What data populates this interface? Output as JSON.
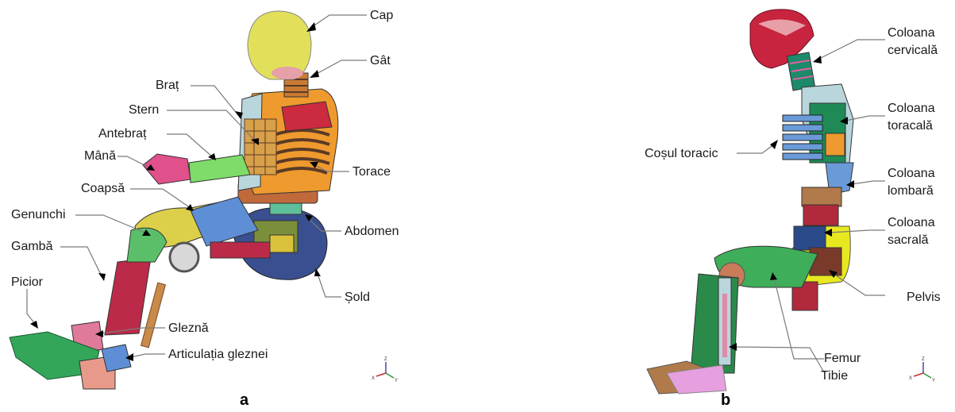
{
  "panel_a": {
    "letter": "a",
    "labels": {
      "cap": "Cap",
      "gat": "Gât",
      "brat": "Braț",
      "stern": "Stern",
      "antebrat": "Antebraț",
      "mana": "Mână",
      "coapsa": "Coapsă",
      "genunchi": "Genunchi",
      "gamba": "Gambă",
      "picior": "Picior",
      "torace": "Torace",
      "abdomen": "Abdomen",
      "sold": "Șold",
      "glezna": "Gleznă",
      "articulatia_gleznei": "Articulația gleznei"
    }
  },
  "panel_b": {
    "letter": "b",
    "labels": {
      "coloana_cervicala_1": "Coloana",
      "coloana_cervicala_2": "cervicală",
      "coloana_toracala_1": "Coloana",
      "coloana_toracala_2": "toracală",
      "cosul_toracic": "Coșul toracic",
      "coloana_lombara_1": "Coloana",
      "coloana_lombara_2": "lombară",
      "coloana_sacrala_1": "Coloana",
      "coloana_sacrala_2": "sacrală",
      "pelvis": "Pelvis",
      "femur": "Femur",
      "tibie": "Tibie"
    }
  },
  "triad": {
    "z": "Z",
    "x": "X",
    "y": "Y"
  },
  "colors": {
    "head": "#e2e05a",
    "neck": "#c97b34",
    "torso_orange": "#ef9a2e",
    "ribs": "#c8a14a",
    "arm_green": "#7fdc6a",
    "hand_pink": "#e0508a",
    "thigh_blue": "#5e8fd6",
    "leg_red": "#bb2b49",
    "foot_green": "#33a65a",
    "pelvis_navy": "#3a4f8f",
    "skull_red": "#c8243f",
    "spine_teal": "#1d8a6a"
  }
}
